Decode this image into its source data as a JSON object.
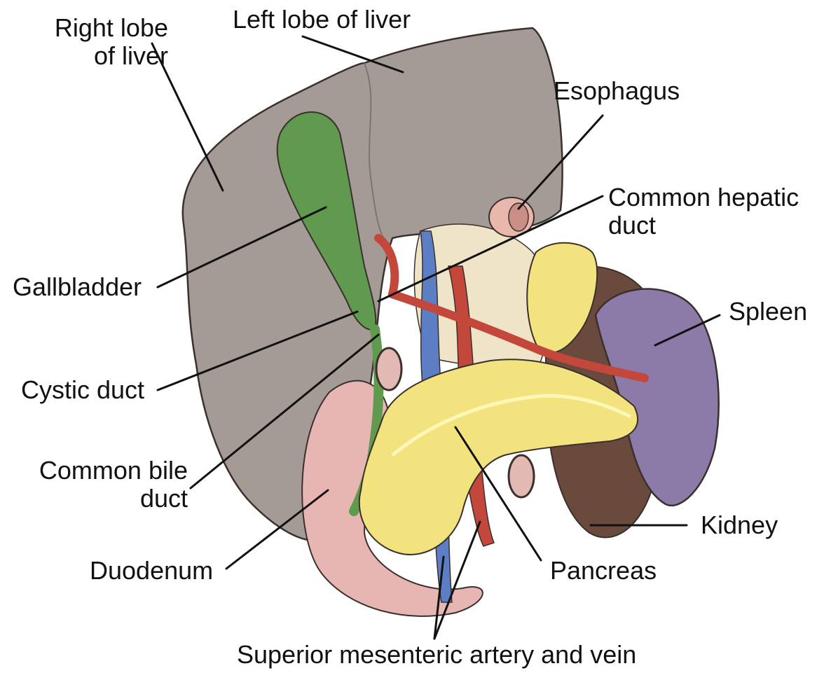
{
  "labels": {
    "right_lobe_1": "Right lobe",
    "right_lobe_2": "of liver",
    "left_lobe": "Left lobe of liver",
    "esophagus": "Esophagus",
    "common_hepatic_1": "Common hepatic",
    "common_hepatic_2": "duct",
    "gallbladder": "Gallbladder",
    "spleen": "Spleen",
    "cystic_duct": "Cystic duct",
    "common_bile_1": "Common bile",
    "common_bile_2": "duct",
    "kidney": "Kidney",
    "duodenum": "Duodenum",
    "pancreas": "Pancreas",
    "sma_smv": "Superior mesenteric artery and vein"
  },
  "colors": {
    "liver": "#a59b96",
    "liver_dark": "#7f7570",
    "gallbladder": "#5f9a4f",
    "pancreas": "#f3e37e",
    "spleen": "#8c7aa8",
    "kidney": "#6a4a3c",
    "duodenum": "#e7b6b2",
    "artery": "#c4473b",
    "vein": "#5b7ec4",
    "esophagus": "#e9b7ac",
    "stomach_area": "#efe3c8"
  }
}
